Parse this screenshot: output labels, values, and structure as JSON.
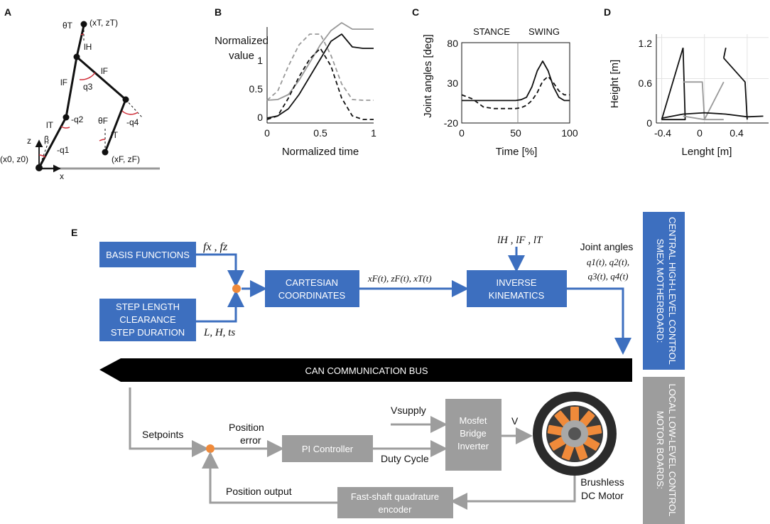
{
  "panels": {
    "A": "A",
    "B": "B",
    "C": "C",
    "D": "D",
    "E": "E"
  },
  "panel_a": {
    "labels": {
      "theta_t": "θT",
      "top_point": "(xT, zT)",
      "l_h": "lH",
      "l_f1": "lF",
      "l_f2": "lF",
      "q3": "q3",
      "l_t1": "lT",
      "neg_q2": "-q2",
      "beta": "β",
      "neg_q1": "-q1",
      "neg_q4": "-q4",
      "theta_f": "θF",
      "l_t2": "lT",
      "foot_point": "(xF, zF)",
      "origin_point": "(x0, z0)",
      "z_axis": "z",
      "x_axis": "x"
    }
  },
  "chart_b": {
    "type": "line",
    "xlabel": "Normalized time",
    "ylabel_line1": "Normalized",
    "ylabel_line2": "value",
    "xlim": [
      0,
      1
    ],
    "ylim": [
      -0.05,
      1.3
    ],
    "xticks": [
      "0",
      "0.5",
      "1"
    ],
    "yticks": [
      "0",
      "0.5",
      "1"
    ],
    "series": [
      {
        "style": "solid-black",
        "x": [
          0,
          0.1,
          0.2,
          0.3,
          0.4,
          0.5,
          0.6,
          0.7,
          0.8,
          0.9,
          1.0
        ],
        "y": [
          0.02,
          0.05,
          0.15,
          0.35,
          0.6,
          0.85,
          1.1,
          1.2,
          1.02,
          1.0,
          1.0
        ]
      },
      {
        "style": "solid-gray",
        "x": [
          0,
          0.1,
          0.2,
          0.3,
          0.4,
          0.5,
          0.6,
          0.7,
          0.8,
          0.9,
          1.0
        ],
        "y": [
          0.27,
          0.28,
          0.35,
          0.55,
          0.8,
          1.05,
          1.25,
          1.36,
          1.27,
          1.27,
          1.27
        ]
      },
      {
        "style": "dashed-black",
        "x": [
          0,
          0.1,
          0.2,
          0.3,
          0.4,
          0.5,
          0.6,
          0.7,
          0.8,
          0.9,
          1.0
        ],
        "y": [
          0.0,
          0.05,
          0.3,
          0.6,
          0.85,
          1.0,
          0.75,
          0.3,
          0.05,
          0.0,
          0.0
        ]
      },
      {
        "style": "dashed-gray",
        "x": [
          0,
          0.1,
          0.2,
          0.3,
          0.4,
          0.5,
          0.6,
          0.7,
          0.8,
          0.9,
          1.0
        ],
        "y": [
          0.27,
          0.4,
          0.75,
          1.05,
          1.2,
          1.2,
          0.9,
          0.5,
          0.28,
          0.27,
          0.27
        ]
      }
    ]
  },
  "chart_c": {
    "type": "line",
    "xlabel": "Time [%]",
    "ylabel": "Joint angles [deg]",
    "xlim": [
      0,
      100
    ],
    "ylim": [
      -20,
      80
    ],
    "xticks": [
      "0",
      "50",
      "100"
    ],
    "yticks": [
      "-20",
      "30",
      "80"
    ],
    "phase_labels": [
      "STANCE",
      "SWING"
    ],
    "divider_x": 52,
    "series": [
      {
        "style": "solid-black",
        "x": [
          0,
          10,
          20,
          30,
          40,
          50,
          55,
          60,
          65,
          70,
          75,
          80,
          85,
          90,
          95,
          100
        ],
        "y": [
          8,
          8,
          8,
          8,
          8,
          8,
          9,
          12,
          25,
          45,
          57,
          45,
          25,
          12,
          8,
          8
        ]
      },
      {
        "style": "dashed-black",
        "x": [
          0,
          10,
          15,
          20,
          30,
          40,
          50,
          55,
          60,
          65,
          70,
          75,
          80,
          85,
          90,
          95,
          100
        ],
        "y": [
          15,
          10,
          5,
          0,
          -2,
          -2,
          -2,
          -1,
          2,
          8,
          18,
          32,
          38,
          30,
          20,
          15,
          15
        ]
      }
    ]
  },
  "chart_d": {
    "type": "line",
    "xlabel": "Lenght [m]",
    "ylabel": "Height [m]",
    "xlim": [
      -0.45,
      0.6
    ],
    "ylim": [
      -0.05,
      1.25
    ],
    "xticks": [
      "-0.4",
      "0",
      "0.4"
    ],
    "yticks": [
      "0",
      "0.6",
      "1.2"
    ],
    "series": [
      {
        "style": "solid-black",
        "x": [
          -0.4,
          -0.18,
          -0.2
        ],
        "y": [
          0.0,
          0.0,
          1.05
        ]
      },
      {
        "style": "solid-black",
        "x": [
          -0.4,
          -0.2
        ],
        "y": [
          0.0,
          1.05
        ]
      },
      {
        "style": "solid-gray",
        "x": [
          -0.2,
          -0.02,
          0.0
        ],
        "y": [
          0.55,
          0.55,
          0.0
        ]
      },
      {
        "style": "solid-gray",
        "x": [
          0.0,
          0.18
        ],
        "y": [
          0.0,
          0.55
        ]
      },
      {
        "style": "solid-black",
        "x": [
          0.18,
          0.38,
          0.4
        ],
        "y": [
          0.9,
          0.55,
          0.0
        ]
      },
      {
        "style": "solid-black",
        "x": [
          -0.4,
          -0.2,
          0.0,
          0.2,
          0.4,
          0.55
        ],
        "y": [
          0.02,
          0.08,
          0.1,
          0.08,
          0.04,
          0.05
        ]
      },
      {
        "style": "solid-gray",
        "x": [
          -0.2,
          0.0,
          0.18
        ],
        "y": [
          0.05,
          0.0,
          0.0
        ]
      },
      {
        "style": "solid-black",
        "x": [
          0.18,
          0.2
        ],
        "y": [
          0.9,
          1.05
        ]
      }
    ]
  },
  "flow": {
    "basis_functions": "BASIS FUNCTIONS",
    "step_params_1": "STEP LENGTH",
    "step_params_2": "CLEARANCE",
    "step_params_3": "STEP DURATION",
    "cartesian_1": "CARTESIAN",
    "cartesian_2": "COORDINATES",
    "inverse_1": "INVERSE",
    "inverse_2": "KINEMATICS",
    "fx_fz": "fx , fz",
    "lht": "L, H, ts",
    "coords": "xF(t), zF(t), xT(t)",
    "limbs": "lH , lF , lT",
    "joint_angles_title": "Joint angles",
    "joint_angles_1": "q1(t), q2(t),",
    "joint_angles_2": "q3(t), q4(t)",
    "smex_1": "SMEX MOTHERBOARD:",
    "smex_2": "CENTRAL HIGH-LEVEL CONTROL",
    "motor_1": "MOTOR BOARDS:",
    "motor_2": "LOCAL LOW-LEVEL CONTROL",
    "can_bus": "CAN COMMUNICATION BUS",
    "setpoints": "Setpoints",
    "position_error_1": "Position",
    "position_error_2": "error",
    "pi_controller": "PI Controller",
    "duty_cycle": "Duty Cycle",
    "vsupply": "Vsupply",
    "mosfet_1": "Mosfet",
    "mosfet_2": "Bridge",
    "mosfet_3": "Inverter",
    "v": "V",
    "motor_label_1": "Brushless",
    "motor_label_2": "DC Motor",
    "position_output": "Position output",
    "encoder_1": "Fast-shaft quadrature",
    "encoder_2": "encoder"
  },
  "colors": {
    "blue": "#3d6fbf",
    "gray": "#9d9d9d",
    "dark_gray": "#8c8c8c",
    "orange": "#f08a3a",
    "black": "#111111"
  }
}
